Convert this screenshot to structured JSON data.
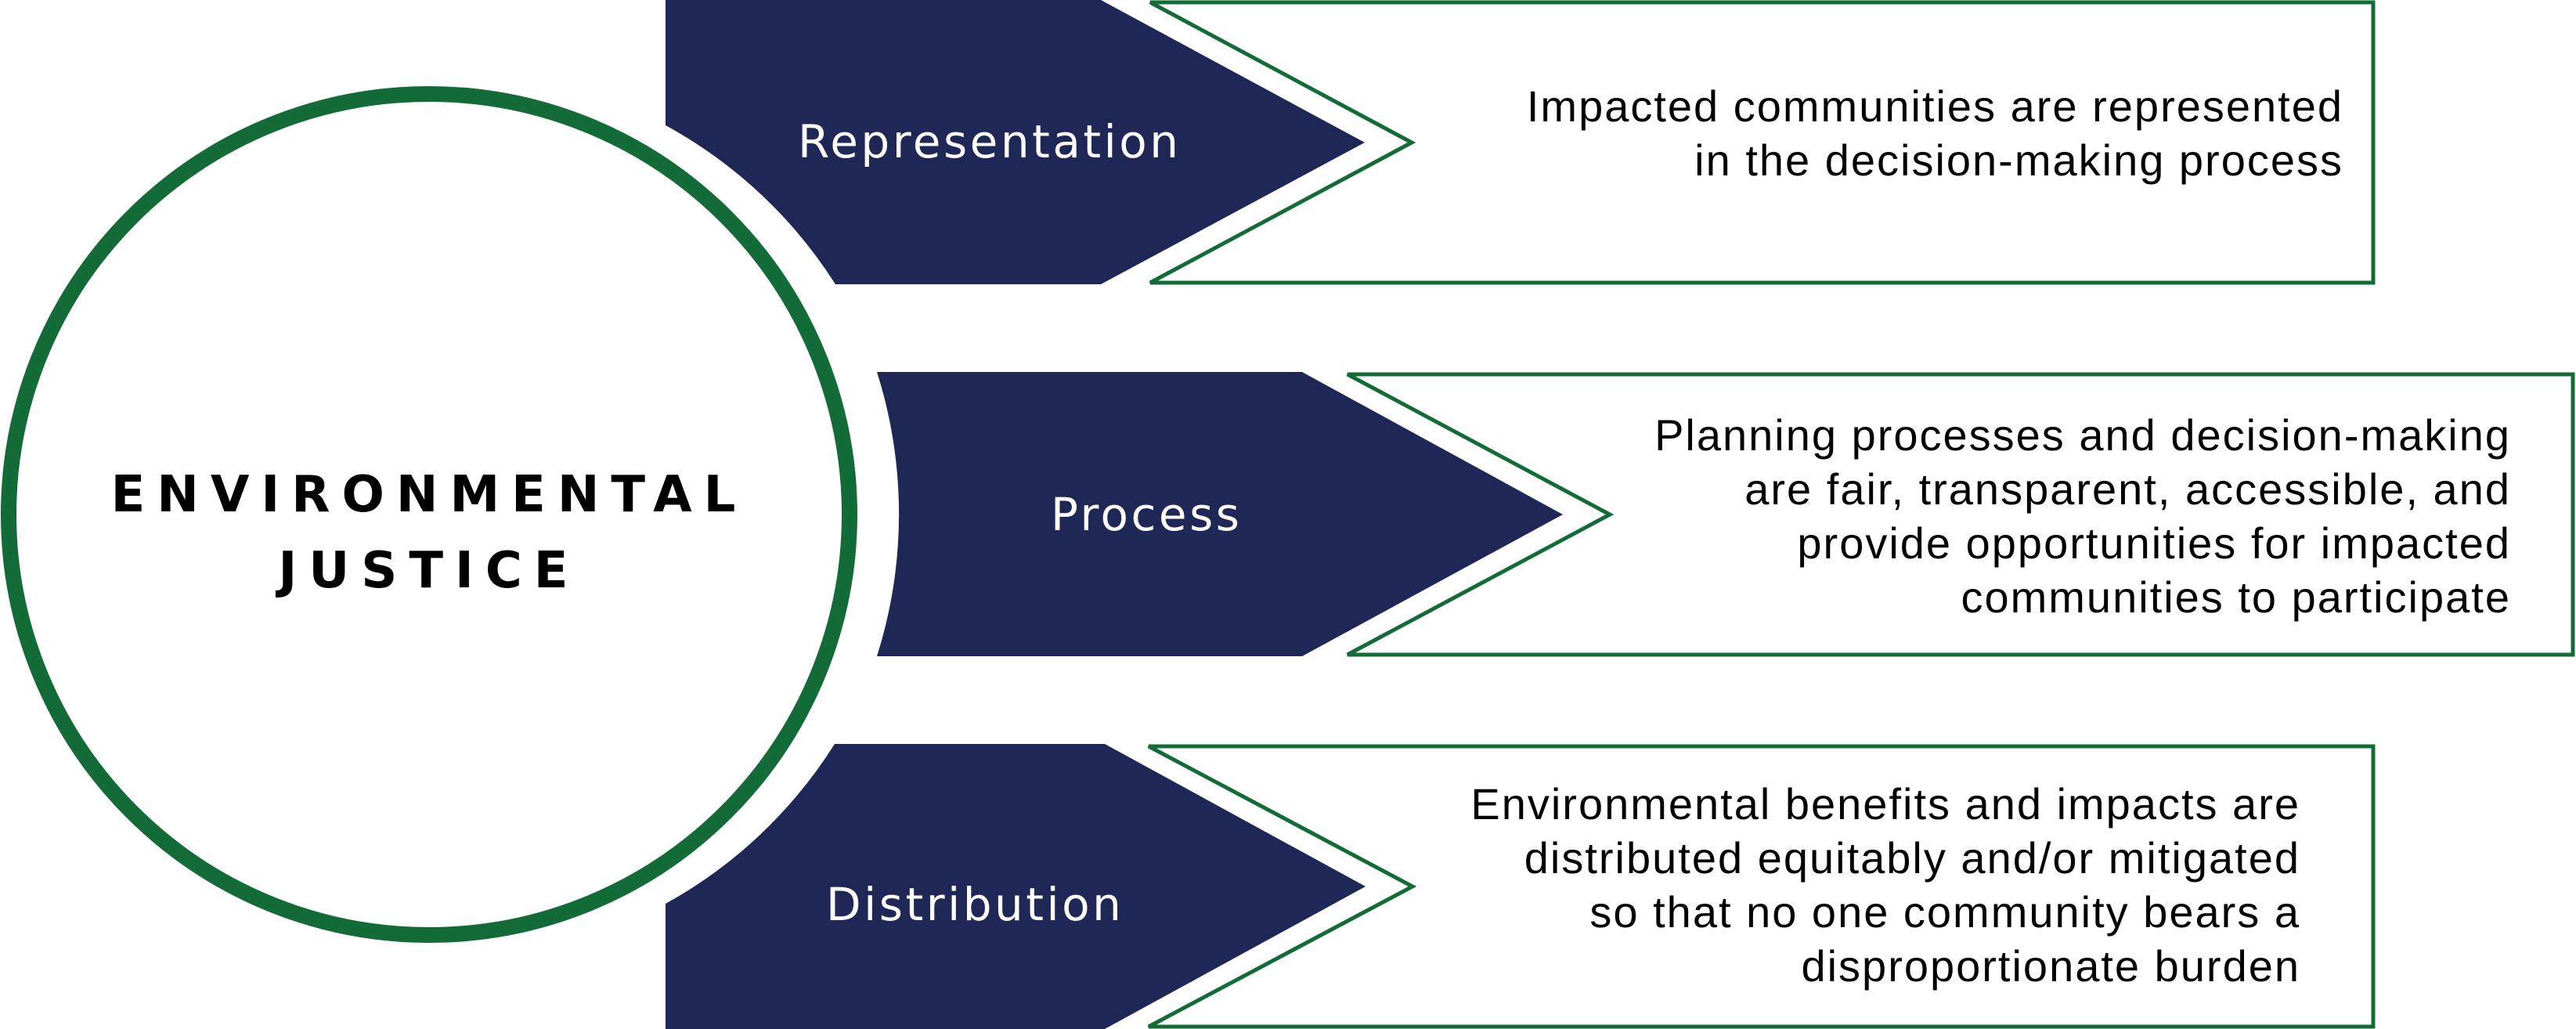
{
  "colors": {
    "navy": "#1f2757",
    "green": "#136b37",
    "text": "#000000",
    "label_text": "#ffffff",
    "background": "#ffffff"
  },
  "center": {
    "title_lines": [
      "ENVIRONMENTAL",
      "JUSTICE"
    ]
  },
  "pillars": [
    {
      "label": "Representation",
      "description_lines": [
        "Impacted communities are represented",
        "in the decision-making process"
      ]
    },
    {
      "label": "Process",
      "description_lines": [
        "Planning processes and decision-making",
        "are fair, transparent, accessible, and",
        "provide opportunities for impacted",
        "communities to participate"
      ]
    },
    {
      "label": "Distribution",
      "description_lines": [
        "Environmental benefits and impacts are",
        "distributed equitably and/or mitigated",
        "so that no one community bears a",
        "disproportionate burden"
      ]
    }
  ]
}
